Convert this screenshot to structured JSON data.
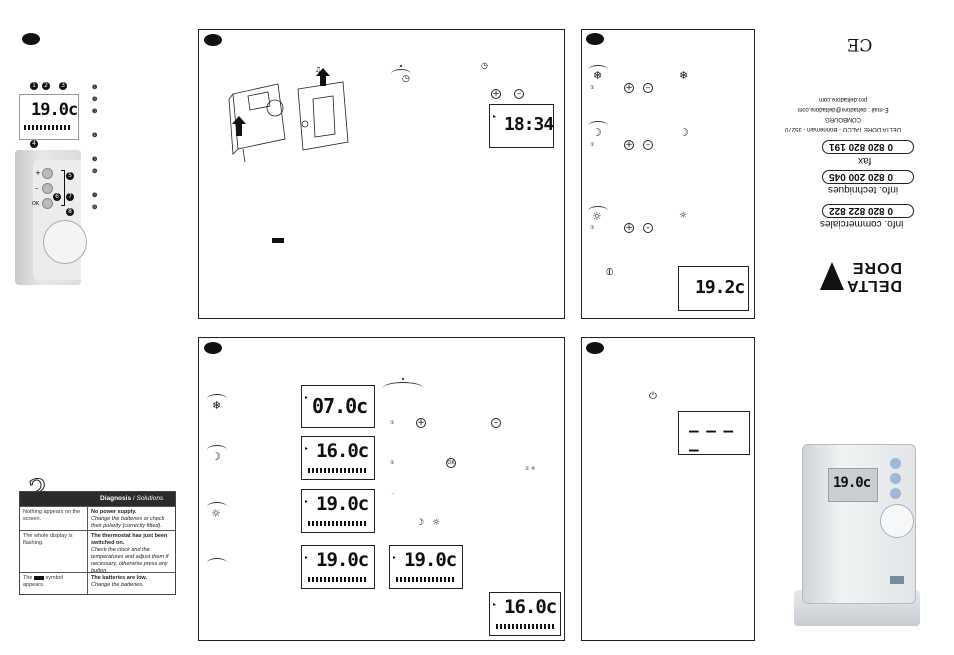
{
  "left_column": {
    "lcd_reading": "19.0c",
    "callouts": [
      "1",
      "2",
      "3",
      "4",
      "5",
      "6",
      "7",
      "8"
    ],
    "button_labels": [
      "+",
      "–",
      "OK"
    ]
  },
  "diagnosis": {
    "title_bold": "Diagnosis",
    "title_sep": " / ",
    "title_italic": "Solutions",
    "rows": [
      {
        "problem": "Nothing appears on the screen.",
        "cause": "No power supply.",
        "solution": "Change the batteries or check their polarity (correctly fitted)."
      },
      {
        "problem": "The whole display is flashing.",
        "cause": "The thermostat has just been switched on.",
        "solution": "Check the clock and the temperatures and adjust them if necessary, otherwise press any button."
      },
      {
        "problem_prefix": "The",
        "problem_suffix": "symbol appears.",
        "cause": "The batteries are low.",
        "solution": "Change the batteries."
      }
    ]
  },
  "panel_top_middle": {
    "clock_display": "18:34"
  },
  "panel_top_right": {
    "temp_display": "19.2c"
  },
  "panel_bottom_middle": {
    "displays": [
      "07.0c",
      "16.0c",
      "19.0c",
      "19.0c"
    ],
    "right_displays": [
      "19.0c",
      "16.0c"
    ]
  },
  "panel_bottom_right": {
    "dash_display": "– – – –"
  },
  "back_cover": {
    "address_line1": "DELTA DORE TALCO - Bonnemain - 35270 COMBOURG",
    "address_line2": "E-mail : deltadore@deltadore.com",
    "address_line3": "pro.deltadore.com",
    "fax_label": "fax",
    "fax_number": "0 820 820 191",
    "tech_label": "info. techniques",
    "tech_number": "0 820 200 045",
    "sales_label": "info. commerciales",
    "sales_number": "0 820 822 822",
    "brand_top": "DELTA",
    "brand_bottom": "DORE",
    "product_lcd": "19.0c"
  }
}
